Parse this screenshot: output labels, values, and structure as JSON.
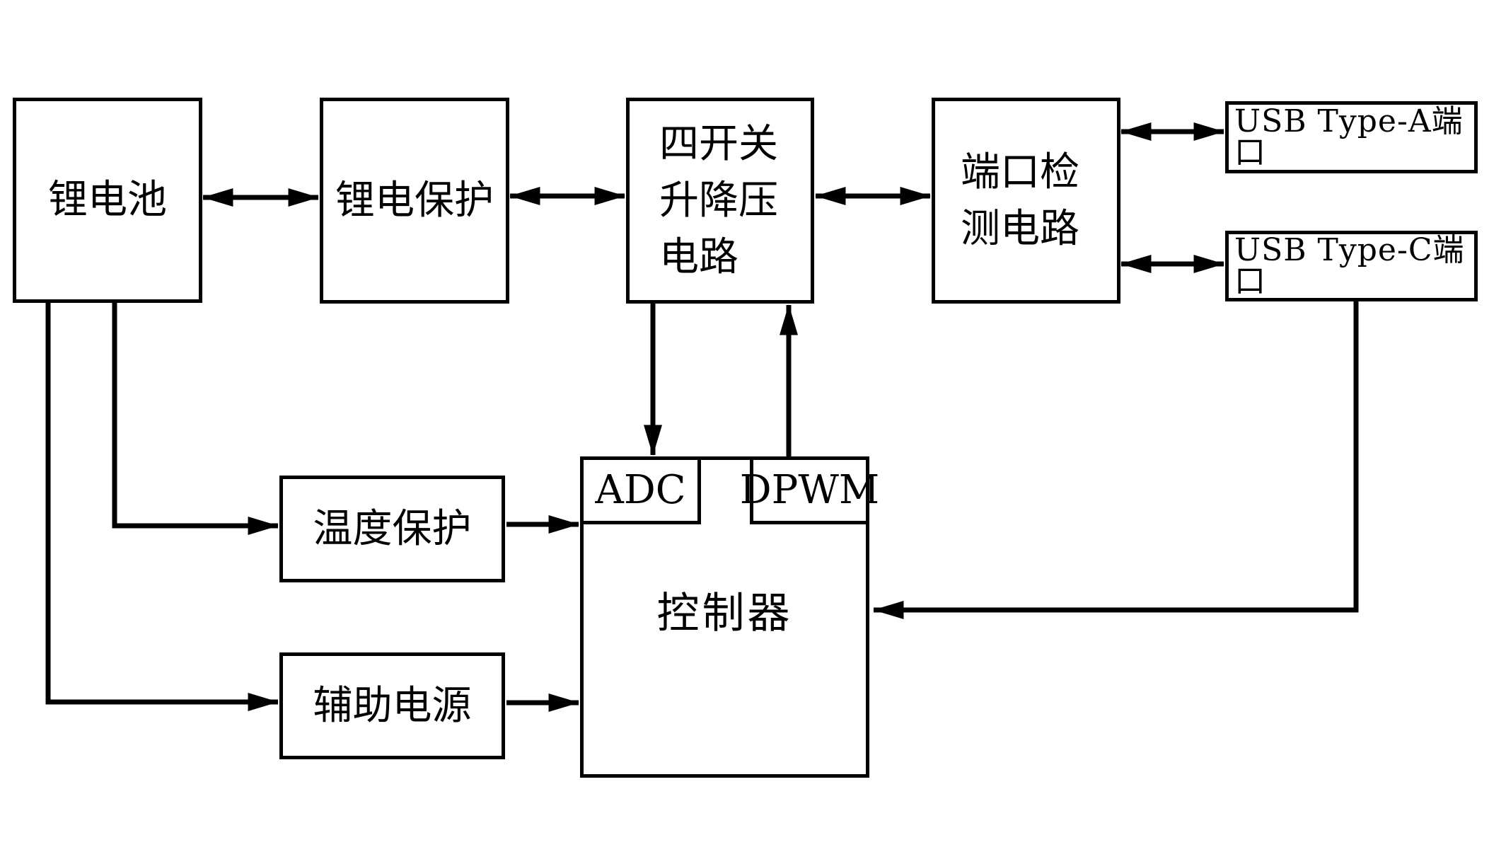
{
  "diagram": {
    "colors": {
      "line": "#000000",
      "background": "#ffffff"
    },
    "blocks": {
      "battery": {
        "label": "锂电池"
      },
      "battery_protection": {
        "label": "锂电保护"
      },
      "buck_boost": {
        "label": "四开关\n升降压\n电路"
      },
      "port_detection": {
        "label": "端口检\n测电路"
      },
      "usb_type_a": {
        "label": "USB Type-A端口"
      },
      "usb_type_c": {
        "label": "USB Type-C端口"
      },
      "temperature_protection": {
        "label": "温度保护"
      },
      "auxiliary_power": {
        "label": "辅助电源"
      },
      "controller": {
        "label": "控制器"
      },
      "adc": {
        "label": "ADC"
      },
      "dpwm": {
        "label": "DPWM"
      }
    }
  }
}
